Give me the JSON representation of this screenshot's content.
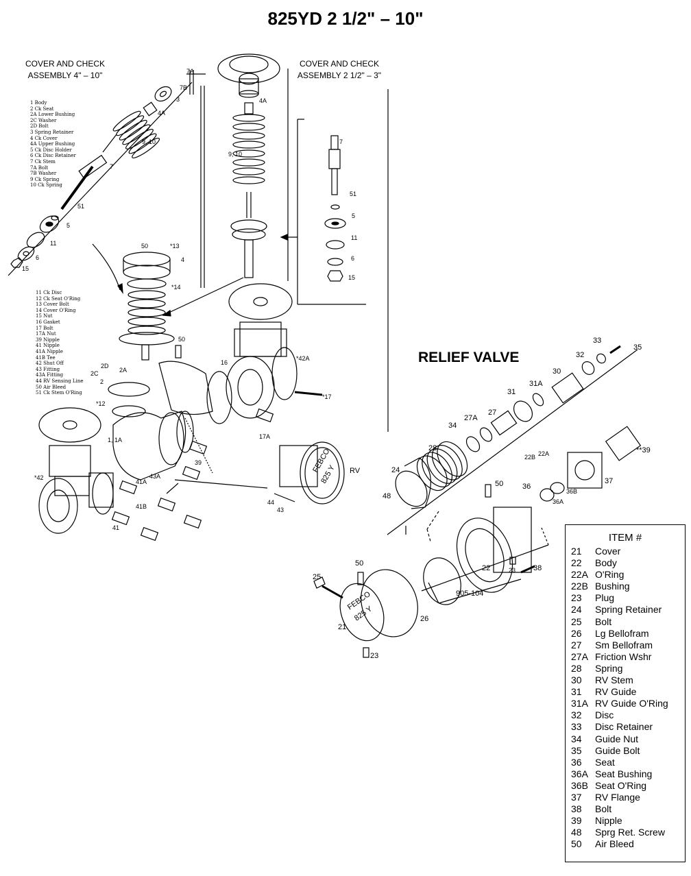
{
  "title": "825YD  2 1/2\" – 10\"",
  "captions": {
    "left": [
      "COVER AND CHECK",
      "ASSEMBLY 4\" – 10\""
    ],
    "right": [
      "COVER AND CHECK",
      "ASSEMBLY 2 1/2\" – 3\""
    ],
    "relief_valve": "RELIEF VALVE"
  },
  "legend_upper": [
    "1 Body",
    "2 Ck Seat",
    "2A Lower Bushing",
    "2C Washer",
    "2D Bolt",
    "3 Spring Retainer",
    "4 Ck Cover",
    "4A Upper Bushing",
    "5 Ck Disc Holder",
    "6 Ck Disc Retainer",
    "7 Ck Stem",
    "7A Bolt",
    "7B Washer",
    "9 Ck Spring",
    "10 Ck Spring"
  ],
  "legend_lower": [
    "11 Ck Disc",
    "12 Ck Seat O'Ring",
    "13 Cover Bolt",
    "14 Cover O'Ring",
    "15 Nut",
    "16 Gasket",
    "17  Bolt",
    "17A Nut",
    "39 Nipple",
    "41 Nipple",
    "41A Nipple",
    "41B Tee",
    "42 Shut Off",
    "43 Fitting",
    "43A Fitting",
    "44 RV Sensing Line",
    "50 Air Bleed",
    "51 Ck Stem O'Ring"
  ],
  "diagram_labels": {
    "l7a": "7A",
    "l7b": "7B",
    "l3": "3",
    "l4a": "4A",
    "l910a": "9, 10",
    "l7": "7",
    "l51": "51",
    "l5": "5",
    "l11": "11",
    "l6": "6",
    "l15": "15",
    "m4a": "4A",
    "m910": "9, 10",
    "r7": "7",
    "r51": "51",
    "r5": "5",
    "r11": "11",
    "r6": "6",
    "r15": "15",
    "c50": "50",
    "c13": "*13",
    "c4": "4",
    "c14": "*14",
    "c50b": "50",
    "c16": "16",
    "c42a": "*42A",
    "c17": "*17",
    "c2d": "2D",
    "c2a": "2A",
    "c2c": "2C",
    "c2": "2",
    "c12": "*12",
    "c11a": "1, 1A",
    "c42": "*42",
    "c17a": "17A",
    "c39": "39",
    "c43a": "43A",
    "c41a": "41A",
    "c41b": "41B",
    "c41": "41",
    "c44": "44",
    "c43": "43",
    "crv": "RV",
    "cfebco": "FEBCO",
    "c825y": "825 Y",
    "r33": "33",
    "r35": "35",
    "r32": "32",
    "r30": "30",
    "r31a": "31A",
    "r31": "31",
    "r27a": "27A",
    "r27": "27",
    "r34": "34",
    "r28": "28",
    "r24": "24",
    "r48": "48",
    "r22b": "22B",
    "r22a": "22A",
    "r39": "**39",
    "r37": "37",
    "r36": "36",
    "r36b": "36B",
    "r36a": "36A",
    "r50": "50",
    "r22": "22",
    "r23a": "23",
    "r38": "38",
    "r905": "905-104",
    "r25": "25",
    "r50b": "50",
    "r21": "21",
    "r26": "26",
    "r23b": "23",
    "rfebco": "FEBCO",
    "r825y": "825 Y"
  },
  "items": {
    "heading": "ITEM #",
    "rows": [
      {
        "no": "21",
        "desc": "Cover"
      },
      {
        "no": "22",
        "desc": "Body"
      },
      {
        "no": "22A",
        "desc": "O'Ring"
      },
      {
        "no": "22B",
        "desc": "Bushing"
      },
      {
        "no": "23",
        "desc": "Plug"
      },
      {
        "no": "24",
        "desc": "Spring Retainer"
      },
      {
        "no": "25",
        "desc": "Bolt"
      },
      {
        "no": "26",
        "desc": "Lg Bellofram"
      },
      {
        "no": "27",
        "desc": "Sm Bellofram"
      },
      {
        "no": "27A",
        "desc": "Friction Wshr"
      },
      {
        "no": "28",
        "desc": "Spring"
      },
      {
        "no": "30",
        "desc": "RV Stem"
      },
      {
        "no": "31",
        "desc": "RV Guide"
      },
      {
        "no": "31A",
        "desc": "RV Guide O'Ring"
      },
      {
        "no": "32",
        "desc": "Disc"
      },
      {
        "no": "33",
        "desc": "Disc Retainer"
      },
      {
        "no": "34",
        "desc": "Guide Nut"
      },
      {
        "no": "35",
        "desc": "Guide Bolt"
      },
      {
        "no": "36",
        "desc": "Seat"
      },
      {
        "no": "36A",
        "desc": "Seat Bushing"
      },
      {
        "no": "36B",
        "desc": "Seat O'Ring"
      },
      {
        "no": "37",
        "desc": "RV Flange"
      },
      {
        "no": "38",
        "desc": "Bolt"
      },
      {
        "no": "39",
        "desc": "Nipple"
      },
      {
        "no": "48",
        "desc": "Sprg Ret. Screw"
      },
      {
        "no": "50",
        "desc": "Air Bleed"
      }
    ]
  }
}
